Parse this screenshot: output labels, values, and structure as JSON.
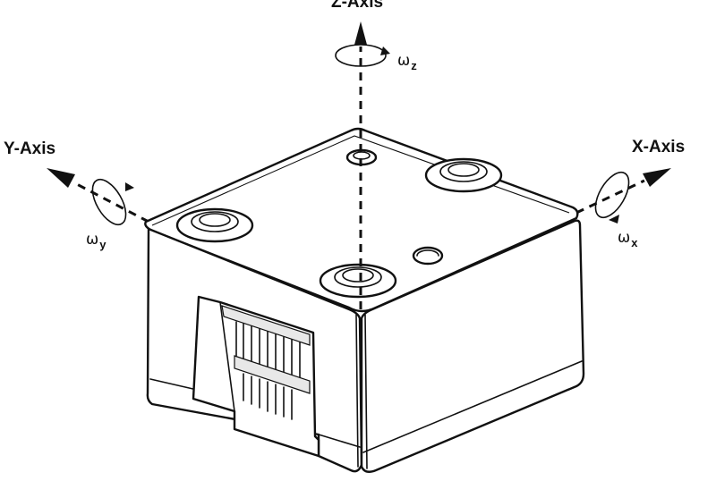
{
  "axes": {
    "z": {
      "label": "Z-Axis",
      "rotation_symbol": "ω",
      "rotation_subscript": "z"
    },
    "y": {
      "label": "Y-Axis",
      "rotation_symbol": "ω",
      "rotation_subscript": "y"
    },
    "x": {
      "label": "X-Axis",
      "rotation_symbol": "ω",
      "rotation_subscript": "x"
    }
  },
  "colors": {
    "ink": "#111111",
    "background": "#ffffff"
  }
}
